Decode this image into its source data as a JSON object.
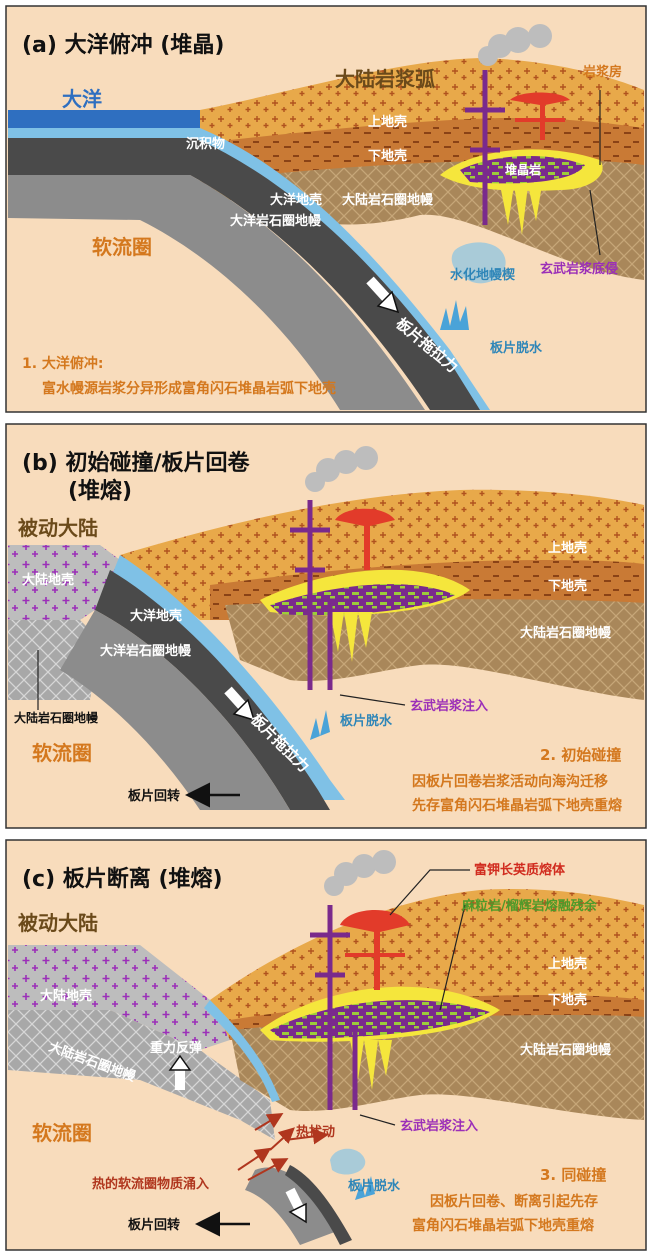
{
  "panel_a": {
    "title": "(a) 大洋俯冲 (堆晶)",
    "ocean": "大洋",
    "arc": "大陆岩浆弧",
    "magma_chamber": "岩浆房",
    "upper_crust": "上地壳",
    "lower_crust": "下地壳",
    "sediment": "沉积物",
    "cumulate": "堆晶岩",
    "oceanic_crust": "大洋地壳",
    "oceanic_litho_mantle": "大洋岩石圈地幔",
    "continental_litho_mantle": "大陆岩石圈地幔",
    "asthenosphere": "软流圈",
    "hydrated_wedge": "水化地幔楔",
    "basaltic_underplating": "玄武岩浆底侵",
    "slab_pull": "板片拖拉力",
    "dehydration": "板片脱水",
    "note_title": "1. 大洋俯冲:",
    "note_body": "富水幔源岩浆分异形成富角闪石堆晶岩弧下地壳"
  },
  "panel_b": {
    "title_line1": "(b) 初始碰撞/板片回卷",
    "title_line2": "(堆熔)",
    "passive_margin": "被动大陆",
    "continental_crust": "大陆地壳",
    "continental_litho_mantle_left": "大陆岩石圈地幔",
    "upper_crust": "上地壳",
    "lower_crust": "下地壳",
    "oceanic_crust": "大洋地壳",
    "oceanic_litho_mantle": "大洋岩石圈地幔",
    "continental_litho_mantle": "大陆岩石圈地幔",
    "asthenosphere": "软流圈",
    "basalt_injection": "玄武岩浆注入",
    "dehydration": "板片脱水",
    "slab_pull": "板片拖拉力",
    "rollback": "板片回转",
    "note_title": "2. 初始碰撞",
    "note_line1": "因板片回卷岩浆活动向海沟迁移",
    "note_line2": "先存富角闪石堆晶岩弧下地壳重熔"
  },
  "panel_c": {
    "title": "(c) 板片断离 (堆熔)",
    "passive_margin": "被动大陆",
    "continental_crust": "大陆地壳",
    "continental_litho_mantle_left": "大陆岩石圈地幔",
    "k_feldspar_melt": "富钾长英质熔体",
    "residue": "麻粒岩/榴辉岩熔融残余",
    "upper_crust": "上地壳",
    "lower_crust": "下地壳",
    "continental_litho_mantle": "大陆岩石圈地幔",
    "rebound": "重力反弹",
    "thermal": "热扰动",
    "asthenosphere": "软流圈",
    "basalt_injection": "玄武岩浆注入",
    "upwelling": "热的软流圈物质涌入",
    "dehydration": "板片脱水",
    "rollback": "板片回转",
    "note_title": "3. 同碰撞",
    "note_line1": "因板片回卷、断离引起先存",
    "note_line2": "富角闪石堆晶岩弧下地壳重熔"
  },
  "colors": {
    "asthenosphere": "#f8dcbc",
    "upper_crust": "#e8a94a",
    "lower_crust": "#c97a35",
    "litho_mantle": "#a9875a",
    "ocean": "#2f6fc0",
    "sediment": "#7fc1e6",
    "oceanic_crust": "#4a4a4a",
    "oceanic_mantle": "#8c8c8c",
    "basalt": "#7a2a8c",
    "granite": "#e23b2a",
    "cumulate": "#f5e63c",
    "hydrated": "#a9cbd8",
    "passive_crust": "#c4c4c4",
    "label_orange": "#d4781e",
    "label_purple": "#9b2fb8",
    "label_blue": "#2f86b8",
    "label_brown": "#6b4a1a",
    "label_red": "#d12c1f",
    "label_green": "#4f9a2a"
  }
}
